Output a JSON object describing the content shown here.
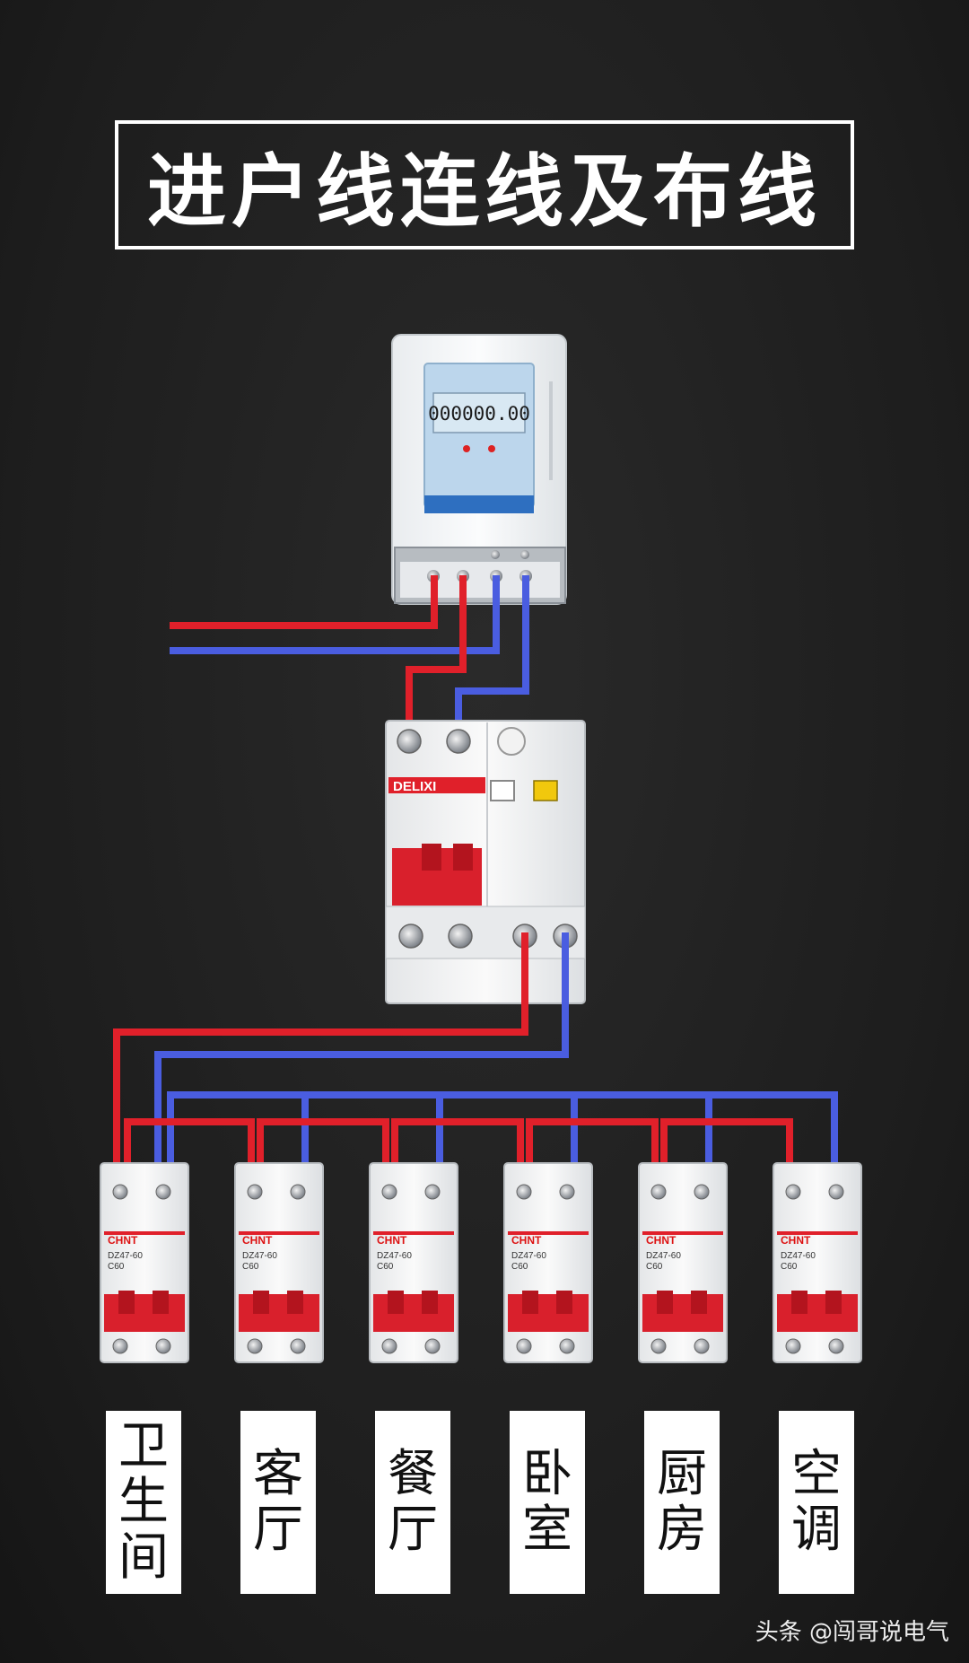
{
  "title": "进户线连线及布线",
  "meter": {
    "reading": "000000.00"
  },
  "main_breaker": {
    "brand": "DELIXI"
  },
  "branch_breakers": [
    {
      "brand": "CHNT",
      "model": "DZ47-60",
      "rating": "C60",
      "label": "卫生间"
    },
    {
      "brand": "CHNT",
      "model": "DZ47-60",
      "rating": "C60",
      "label": "客厅"
    },
    {
      "brand": "CHNT",
      "model": "DZ47-60",
      "rating": "C60",
      "label": "餐厅"
    },
    {
      "brand": "CHNT",
      "model": "DZ47-60",
      "rating": "C60",
      "label": "卧室"
    },
    {
      "brand": "CHNT",
      "model": "DZ47-60",
      "rating": "C60",
      "label": "厨房"
    },
    {
      "brand": "CHNT",
      "model": "DZ47-60",
      "rating": "C60",
      "label": "空调"
    }
  ],
  "watermark": "头条 @闯哥说电气",
  "colors": {
    "live_wire": "#e0202a",
    "neutral_wire": "#4a5de0",
    "breaker_handle": "#d9202c"
  }
}
